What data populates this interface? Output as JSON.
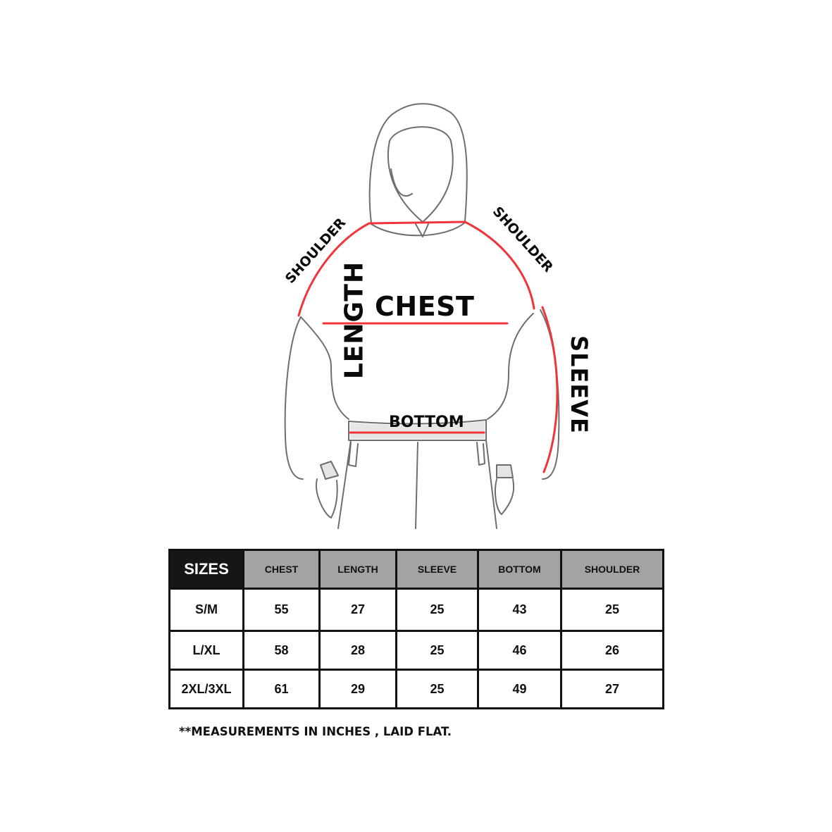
{
  "diagram": {
    "labels": {
      "chest": "CHEST",
      "length": "LENGTH",
      "sleeve": "SLEEVE",
      "bottom": "BOTTOM",
      "shoulder_left": "SHOULDER",
      "shoulder_right": "SHOULDER"
    },
    "measure_line_color": "#f0353a",
    "sketch_color": "#6e6e6e"
  },
  "size_table": {
    "header": [
      "SIZES",
      "CHEST",
      "LENGTH",
      "SLEEVE",
      "BOTTOM",
      "SHOULDER"
    ],
    "rows": [
      [
        "S/M",
        "55",
        "27",
        "25",
        "43",
        "25"
      ],
      [
        "L/XL",
        "58",
        "28",
        "25",
        "46",
        "26"
      ],
      [
        "2XL/3XL",
        "61",
        "29",
        "25",
        "49",
        "27"
      ]
    ],
    "header_bg": "#a3a3a3",
    "sizes_header_bg": "#161616"
  },
  "footnote": "**MEASUREMENTS IN INCHES , LAID FLAT."
}
